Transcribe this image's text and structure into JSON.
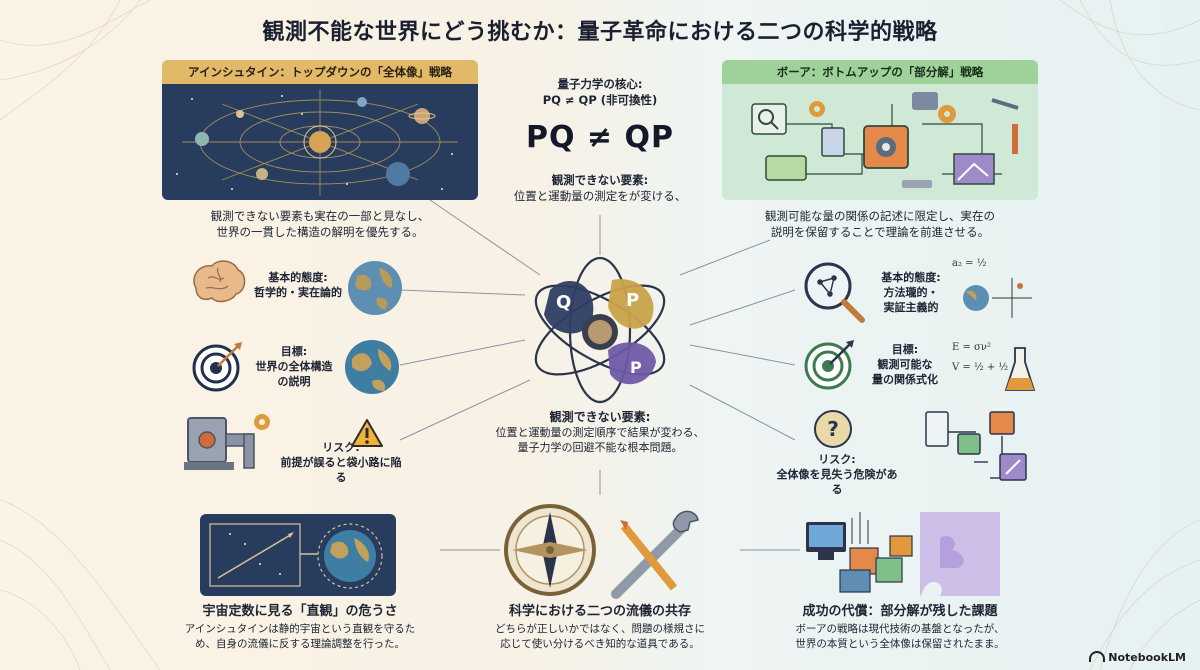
{
  "title": "観測不能な世界にどう挑むか：量子革命における二つの科学的戦略",
  "einstein": {
    "banner": "アインシュタイン：トップダウンの「全体像」戦略",
    "summary_line1": "観測できない要素も実在の一部と見なし、",
    "summary_line2": "世界の一貫した構造の解明を優先する。",
    "attitude_label": "基本的態度:",
    "attitude_value": "哲学的・実在論的",
    "goal_label": "目標:",
    "goal_value_line1": "世界の全体構造",
    "goal_value_line2": "の説明",
    "risk_label": "リスク:",
    "risk_value": "前提が誤ると袋小路に陥る"
  },
  "center": {
    "core_label_line1": "量子力学の核心:",
    "core_label_line2": "PQ ≠ QP (非可換性)",
    "equation": "PQ ≠ QP",
    "top_note_line1": "観測できない要素:",
    "top_note_line2": "位置と運動量の測定をが変ける、",
    "atom_q": "Q",
    "atom_p1": "P",
    "atom_p2": "P",
    "bottom_note_line1": "観測できない要素:",
    "bottom_note_line2": "位置と運動量の測定順序で結果が変わる、",
    "bottom_note_line3": "量子力学の回避不能な根本問題。"
  },
  "bohr": {
    "banner": "ボーア：ボトムアップの「部分解」戦略",
    "summary_line1": "観測可能な量の関係の記述に限定し、実在の",
    "summary_line2": "説明を保留することで理論を前進させる。",
    "attitude_label": "基本的態度:",
    "attitude_value_line1": "方法瓏的・",
    "attitude_value_line2": "実証主義的",
    "goal_label": "目標:",
    "goal_value_line1": "観測可能な",
    "goal_value_line2": "量の関係式化",
    "risk_label": "リスク:",
    "risk_value": "全体像を見失う危険がある"
  },
  "bottom": {
    "left_title": "宇宙定数に見る「直観」の危うさ",
    "left_desc_line1": "アインシュタインは静的宇宙という直観を守るた",
    "left_desc_line2": "め、自身の流儀に反する理論調整を行った。",
    "center_title": "科学における二つの流儀の共存",
    "center_desc_line1": "どちらが正しいかではなく、問題の様規さに",
    "center_desc_line2": "応じて使い分けるべき知的な道具である。",
    "right_title": "成功の代償：部分解が残した課題",
    "right_desc_line1": "ボーアの戦略は現代技術の基盤となったが、",
    "right_desc_line2": "世界の本質という全体像は保留されたまま。"
  },
  "formulas": {
    "f1": "a₂ = ½",
    "f2": "E = σν²",
    "f3": "V = ½ + ½"
  },
  "brand": "NotebookLM",
  "colors": {
    "einstein_banner": "#e2b869",
    "bohr_banner": "#9fd19b",
    "navy": "#283d5e",
    "q_orb": "#2e3e63",
    "p_orb": "#c9a24a",
    "p2_orb": "#6e5aa6"
  }
}
